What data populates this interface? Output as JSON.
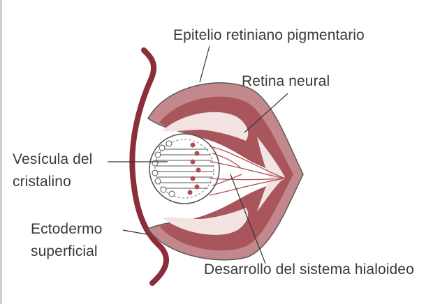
{
  "labels": {
    "rpe": "Epitelio retiniano pigmentario",
    "neural_retina": "Retina neural",
    "lens_vesicle_line1": "Vesícula del",
    "lens_vesicle_line2": "cristalino",
    "surface_ectoderm_line1": "Ectodermo",
    "surface_ectoderm_line2": "superficial",
    "hyaloid": "Desarrollo del sistema hialoideo"
  },
  "colors": {
    "outer_layer": "#c2888c",
    "inner_layer": "#a8565c",
    "pale_layer": "#f3e3e2",
    "ectoderm": "#8c2e3a",
    "outline": "#555555",
    "vessels": "#b24e58",
    "text": "#3a3a3a"
  }
}
